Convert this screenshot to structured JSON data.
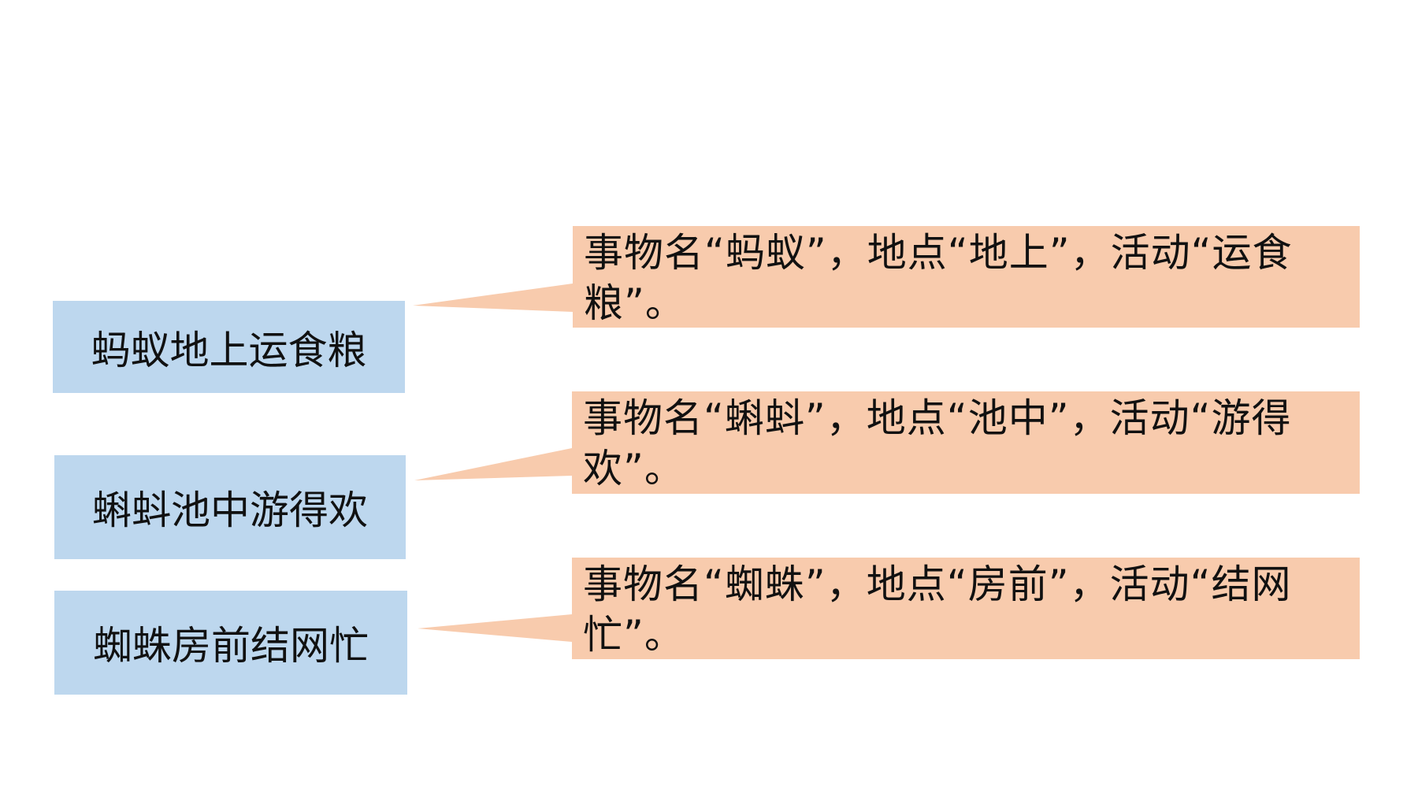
{
  "rows": [
    {
      "phrase": "蚂蚁地上运食粮",
      "callout": "事物名“蚂蚁”，地点“地上”，活动“运食粮”。"
    },
    {
      "phrase": "蝌蚪池中游得欢",
      "callout": "事物名“蝌蚪”，地点“池中”，活动“游得欢”。"
    },
    {
      "phrase": "蜘蛛房前结网忙",
      "callout": "事物名“蜘蛛”，地点“房前”，活动“结网忙”。"
    }
  ],
  "colors": {
    "phrase_box": "#bdd7ee",
    "callout_box": "#f8cbad",
    "text": "#111111",
    "background": "#ffffff"
  }
}
